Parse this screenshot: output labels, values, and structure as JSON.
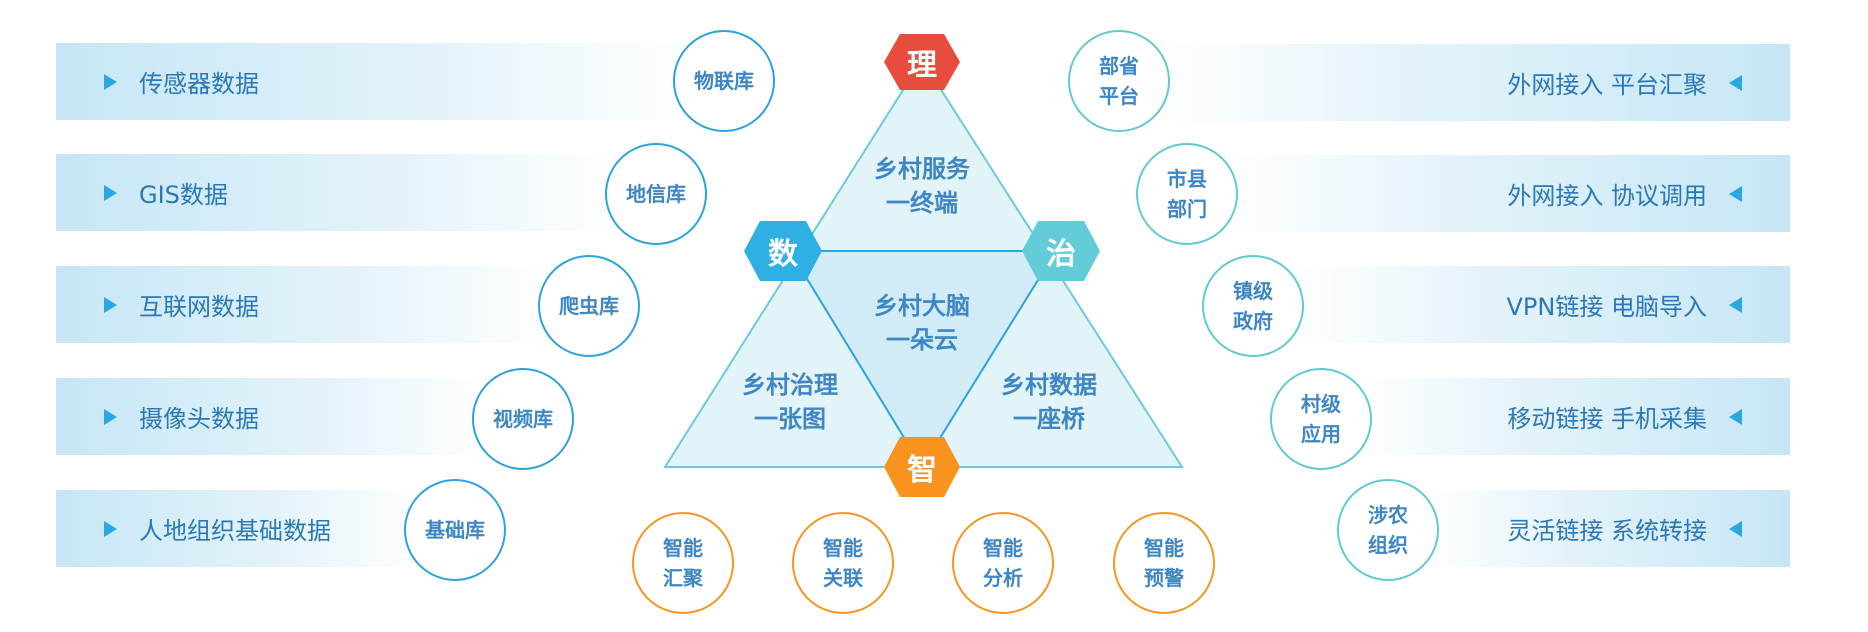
{
  "left_sources": [
    {
      "label": "传感器数据",
      "db": "物联库"
    },
    {
      "label": "GIS数据",
      "db": "地信库"
    },
    {
      "label": "互联网数据",
      "db": "爬虫库"
    },
    {
      "label": "摄像头数据",
      "db": "视频库"
    },
    {
      "label": "人地组织基础数据",
      "db": "基础库"
    }
  ],
  "right_access": [
    {
      "label": "外网接入 平台汇聚",
      "org1": "部省",
      "org2": "平台"
    },
    {
      "label": "外网接入 协议调用",
      "org1": "市县",
      "org2": "部门"
    },
    {
      "label": "VPN链接 电脑导入",
      "org1": "镇级",
      "org2": "政府"
    },
    {
      "label": "移动链接 手机采集",
      "org1": "村级",
      "org2": "应用"
    },
    {
      "label": "灵活链接 系统转接",
      "org1": "涉农",
      "org2": "组织"
    }
  ],
  "hexagons": {
    "top": "理",
    "left": "数",
    "right": "治",
    "bottom": "智"
  },
  "triangle": {
    "top": [
      "乡村服务",
      "一终端"
    ],
    "center": [
      "乡村大脑",
      "一朵云"
    ],
    "left": [
      "乡村治理",
      "一张图"
    ],
    "right": [
      "乡村数据",
      "一座桥"
    ]
  },
  "smart": [
    [
      "智能",
      "汇聚"
    ],
    [
      "智能",
      "关联"
    ],
    [
      "智能",
      "分析"
    ],
    [
      "智能",
      "预警"
    ]
  ],
  "colors": {
    "li": "#e84c3d",
    "shu": "#2fb0e4",
    "zhi": "#62cdd8",
    "zhi_smart": "#f7931e"
  }
}
